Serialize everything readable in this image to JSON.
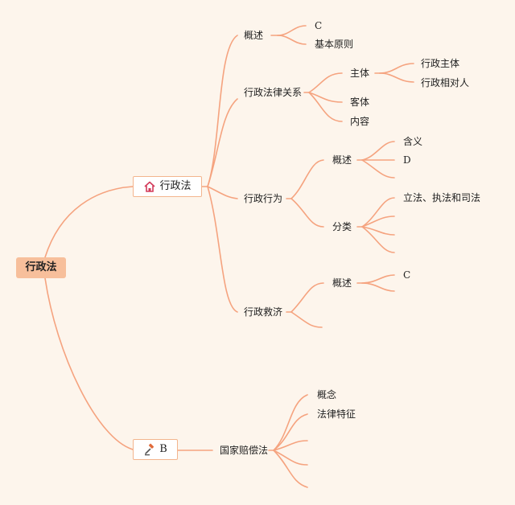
{
  "root": {
    "label": "行政法"
  },
  "branch1": {
    "label": "行政法",
    "icon": "house-icon",
    "gaishu": {
      "label": "概述",
      "children": [
        "C",
        "基本原则"
      ]
    },
    "guanxi": {
      "label": "行政法律关系",
      "zhuti": {
        "label": "主体",
        "children": [
          "行政主体",
          "行政相对人"
        ]
      },
      "keti": "客体",
      "neirong": "内容"
    },
    "xingwei": {
      "label": "行政行为",
      "gaishu": {
        "label": "概述",
        "children": [
          "含义",
          "D"
        ]
      },
      "fenlei": {
        "label": "分类",
        "children": [
          "立法、执法和司法"
        ]
      }
    },
    "jiuji": {
      "label": "行政救济",
      "gaishu": {
        "label": "概述",
        "children": [
          "C"
        ]
      }
    }
  },
  "branch2": {
    "label": "B",
    "icon": "gavel-icon",
    "peichang": {
      "label": "国家赔偿法",
      "children": [
        "概念",
        "法律特征"
      ]
    }
  },
  "colors": {
    "line": "#f5a37f",
    "root_fill": "#f7bf9b",
    "box_border": "#f3b58e",
    "background": "#fdf5ec"
  }
}
